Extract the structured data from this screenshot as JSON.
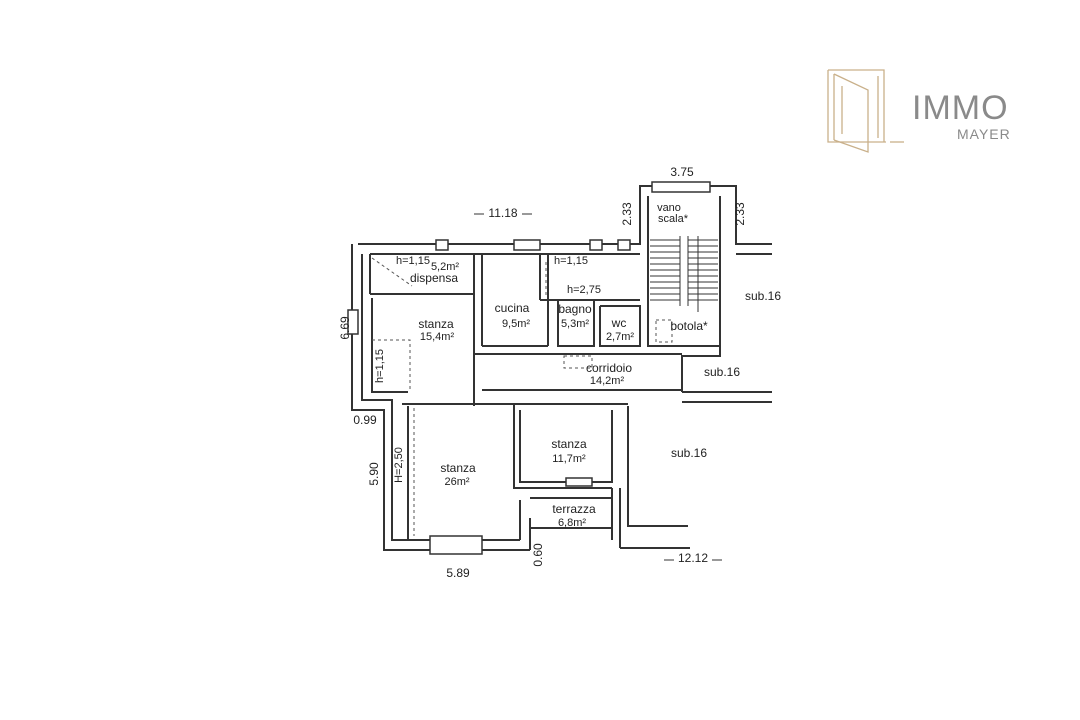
{
  "logo": {
    "word": "IMMO",
    "sub": "MAYER",
    "accent_color": "#c9b08a",
    "text_color": "#8a8a8a"
  },
  "rooms": {
    "dispensa": {
      "name": "dispensa",
      "area": "5,2m²",
      "height": "h=1,15"
    },
    "cucina": {
      "name": "cucina",
      "area": "9,5m²"
    },
    "bagno": {
      "name": "bagno",
      "area": "5,3m²",
      "height_top": "h=1,15",
      "height_mid": "h=2,75"
    },
    "wc": {
      "name": "wc",
      "area": "2,7m²"
    },
    "stanza_left": {
      "name": "stanza",
      "area": "15,4m²",
      "height": "h=1,15"
    },
    "corridoio": {
      "name": "corridoio",
      "area": "14,2m²"
    },
    "stanza_mid": {
      "name": "stanza",
      "area": "11,7m²"
    },
    "stanza_big": {
      "name": "stanza",
      "area": "26m²",
      "height": "H=2,50"
    },
    "terrazza": {
      "name": "terrazza",
      "area": "6,8m²"
    },
    "vano_scala": {
      "line1": "vano",
      "line2": "scala*"
    },
    "botola": {
      "name": "botola*"
    }
  },
  "subs": {
    "right_top": "sub.16",
    "right_mid": "sub.16",
    "right_low": "sub.16"
  },
  "dimensions": {
    "top_width": "11.18",
    "stair_width": "3.75",
    "stair_left": "2.33",
    "stair_right": "2.33",
    "left_height": "6.69",
    "left_offset": "0.99",
    "left_lower": "5.90",
    "bottom_width": "5.89",
    "bottom_small": "0.60",
    "bottom_right": "12.12"
  }
}
